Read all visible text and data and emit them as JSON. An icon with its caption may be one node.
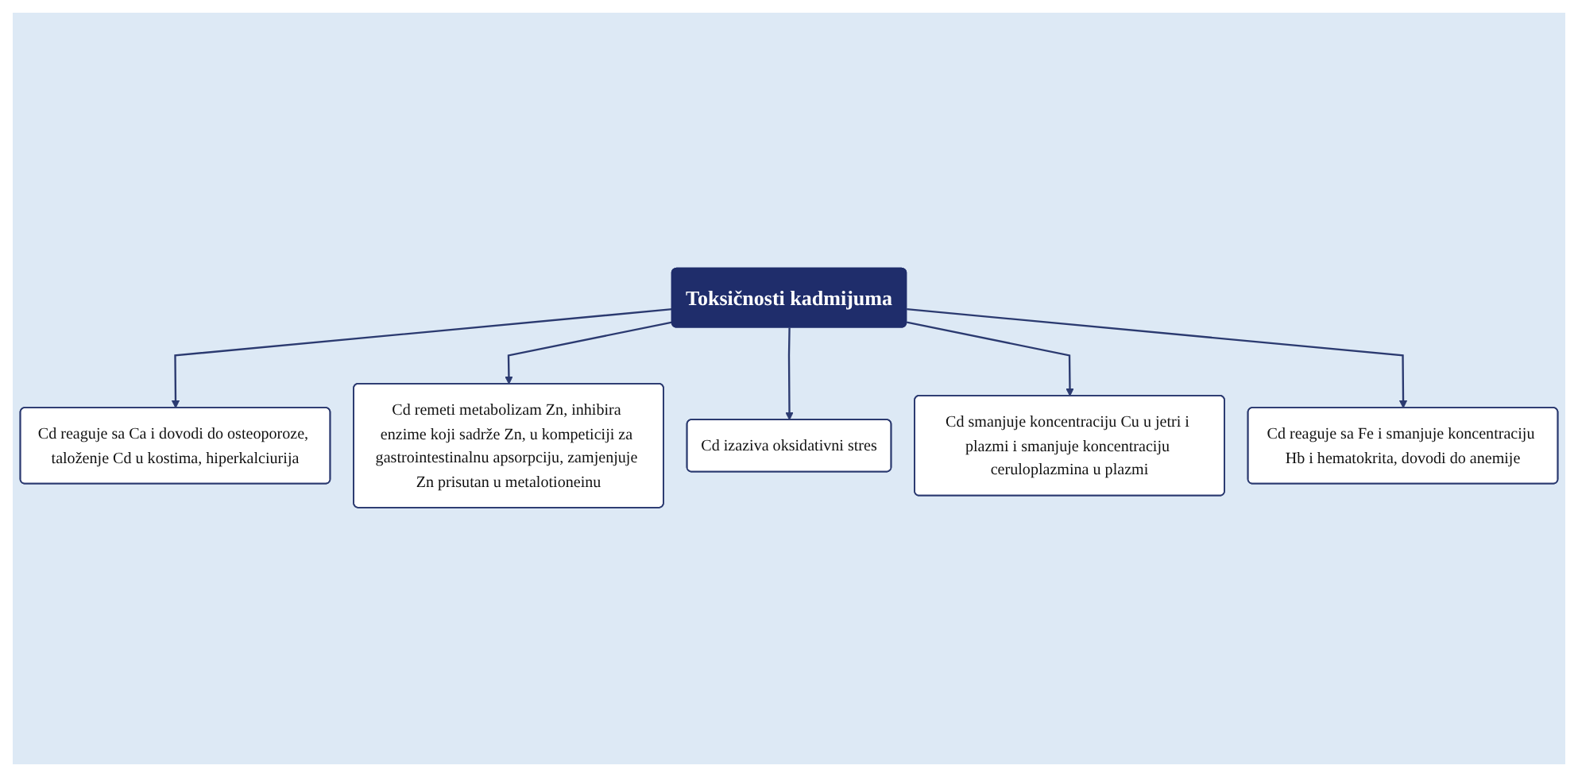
{
  "diagram": {
    "nodes": [
      {
        "text": [
          "Toksičnosti kadmijuma"
        ]
      },
      {
        "text": [
          "Cd reaguje sa Ca i dovodi do osteoporoze, taloženje Cd u kostima, hiperkalciurija"
        ]
      },
      {
        "text": [
          "Cd reaguje sa Fe i smanjuje koncentraciju Hb i hematokrita, dovodi do anemije"
        ]
      },
      {
        "text": [
          "Cd remeti metabolizam Zn, inhibira enzime koji sadrže Zn, u kompeticiji za gastrointestinalnu apsorpciju, zamjenjuje Zn prisutan u metalotioneinu"
        ]
      },
      {
        "text": [
          "Cd smanjuje koncentraciju Cu u jetri i plazmi i smanjuje koncentraciju ceruloplazmina u plazmi"
        ]
      },
      {
        "text": [
          "Cd izaziva oksidativni stres"
        ]
      }
    ],
    "edges": [
      {
        "from": 0,
        "to": 1,
        "arrow": "to"
      },
      {
        "from": 0,
        "to": 3,
        "arrow": "to"
      },
      {
        "from": 0,
        "to": 5,
        "arrow": "to"
      },
      {
        "from": 0,
        "to": 4,
        "arrow": "to"
      },
      {
        "from": 0,
        "to": 2,
        "arrow": "to"
      }
    ]
  }
}
